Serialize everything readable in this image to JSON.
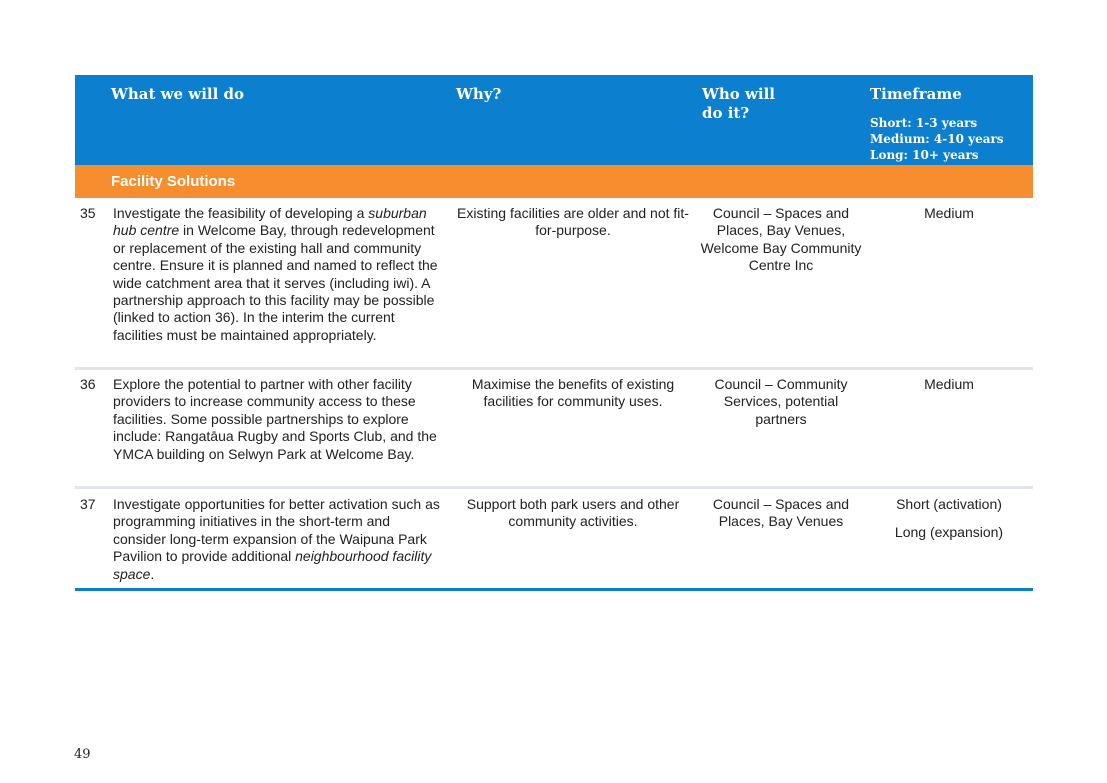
{
  "header": {
    "col_what": "What we will do",
    "col_why": "Why?",
    "col_who_line1": "Who will",
    "col_who_line2": "do it?",
    "col_timeframe": "Timeframe",
    "timeframe_short": "Short: 1-3 years",
    "timeframe_medium": "Medium: 4-10 years",
    "timeframe_long": "Long: 10+ years"
  },
  "section": {
    "title": "Facility Solutions"
  },
  "rows": [
    {
      "num": "35",
      "what_p1": "Investigate the feasibility of developing a",
      "what_em1": "suburban hub centre",
      "what_p2": " in Welcome Bay, through redevelopment or replacement of the existing hall and community centre. Ensure it is planned and named to reflect the wide catchment area that it serves (including iwi). A partnership approach to this facility may be possible (linked to action 36). In the interim the current facilities must be maintained appropriately.",
      "why": "Existing facilities are older and not fit-for-purpose.",
      "who": "Council – Spaces and Places, Bay Venues, Welcome Bay Community Centre Inc",
      "time": "Medium"
    },
    {
      "num": "36",
      "what": "Explore the potential to partner with other facility providers to increase community access to these facilities. Some possible partnerships to explore include: Rangatāua Rugby and Sports Club, and the YMCA building on Selwyn Park at Welcome Bay.",
      "why": "Maximise the benefits of existing facilities for community uses.",
      "who": "Council – Community Services, potential partners",
      "time": "Medium"
    },
    {
      "num": "37",
      "what_p1": "Investigate opportunities for better activation such as programming initiatives in the short-term and consider long-term expansion of the Waipuna Park Pavilion to provide additional ",
      "what_em1": "neighbourhood facility space",
      "what_p2": ".",
      "why": "Support both park users and other community activities.",
      "who": "Council – Spaces and Places, Bay Venues",
      "time1": "Short (activation)",
      "time2": "Long (expansion)"
    }
  ],
  "page_number": "49"
}
